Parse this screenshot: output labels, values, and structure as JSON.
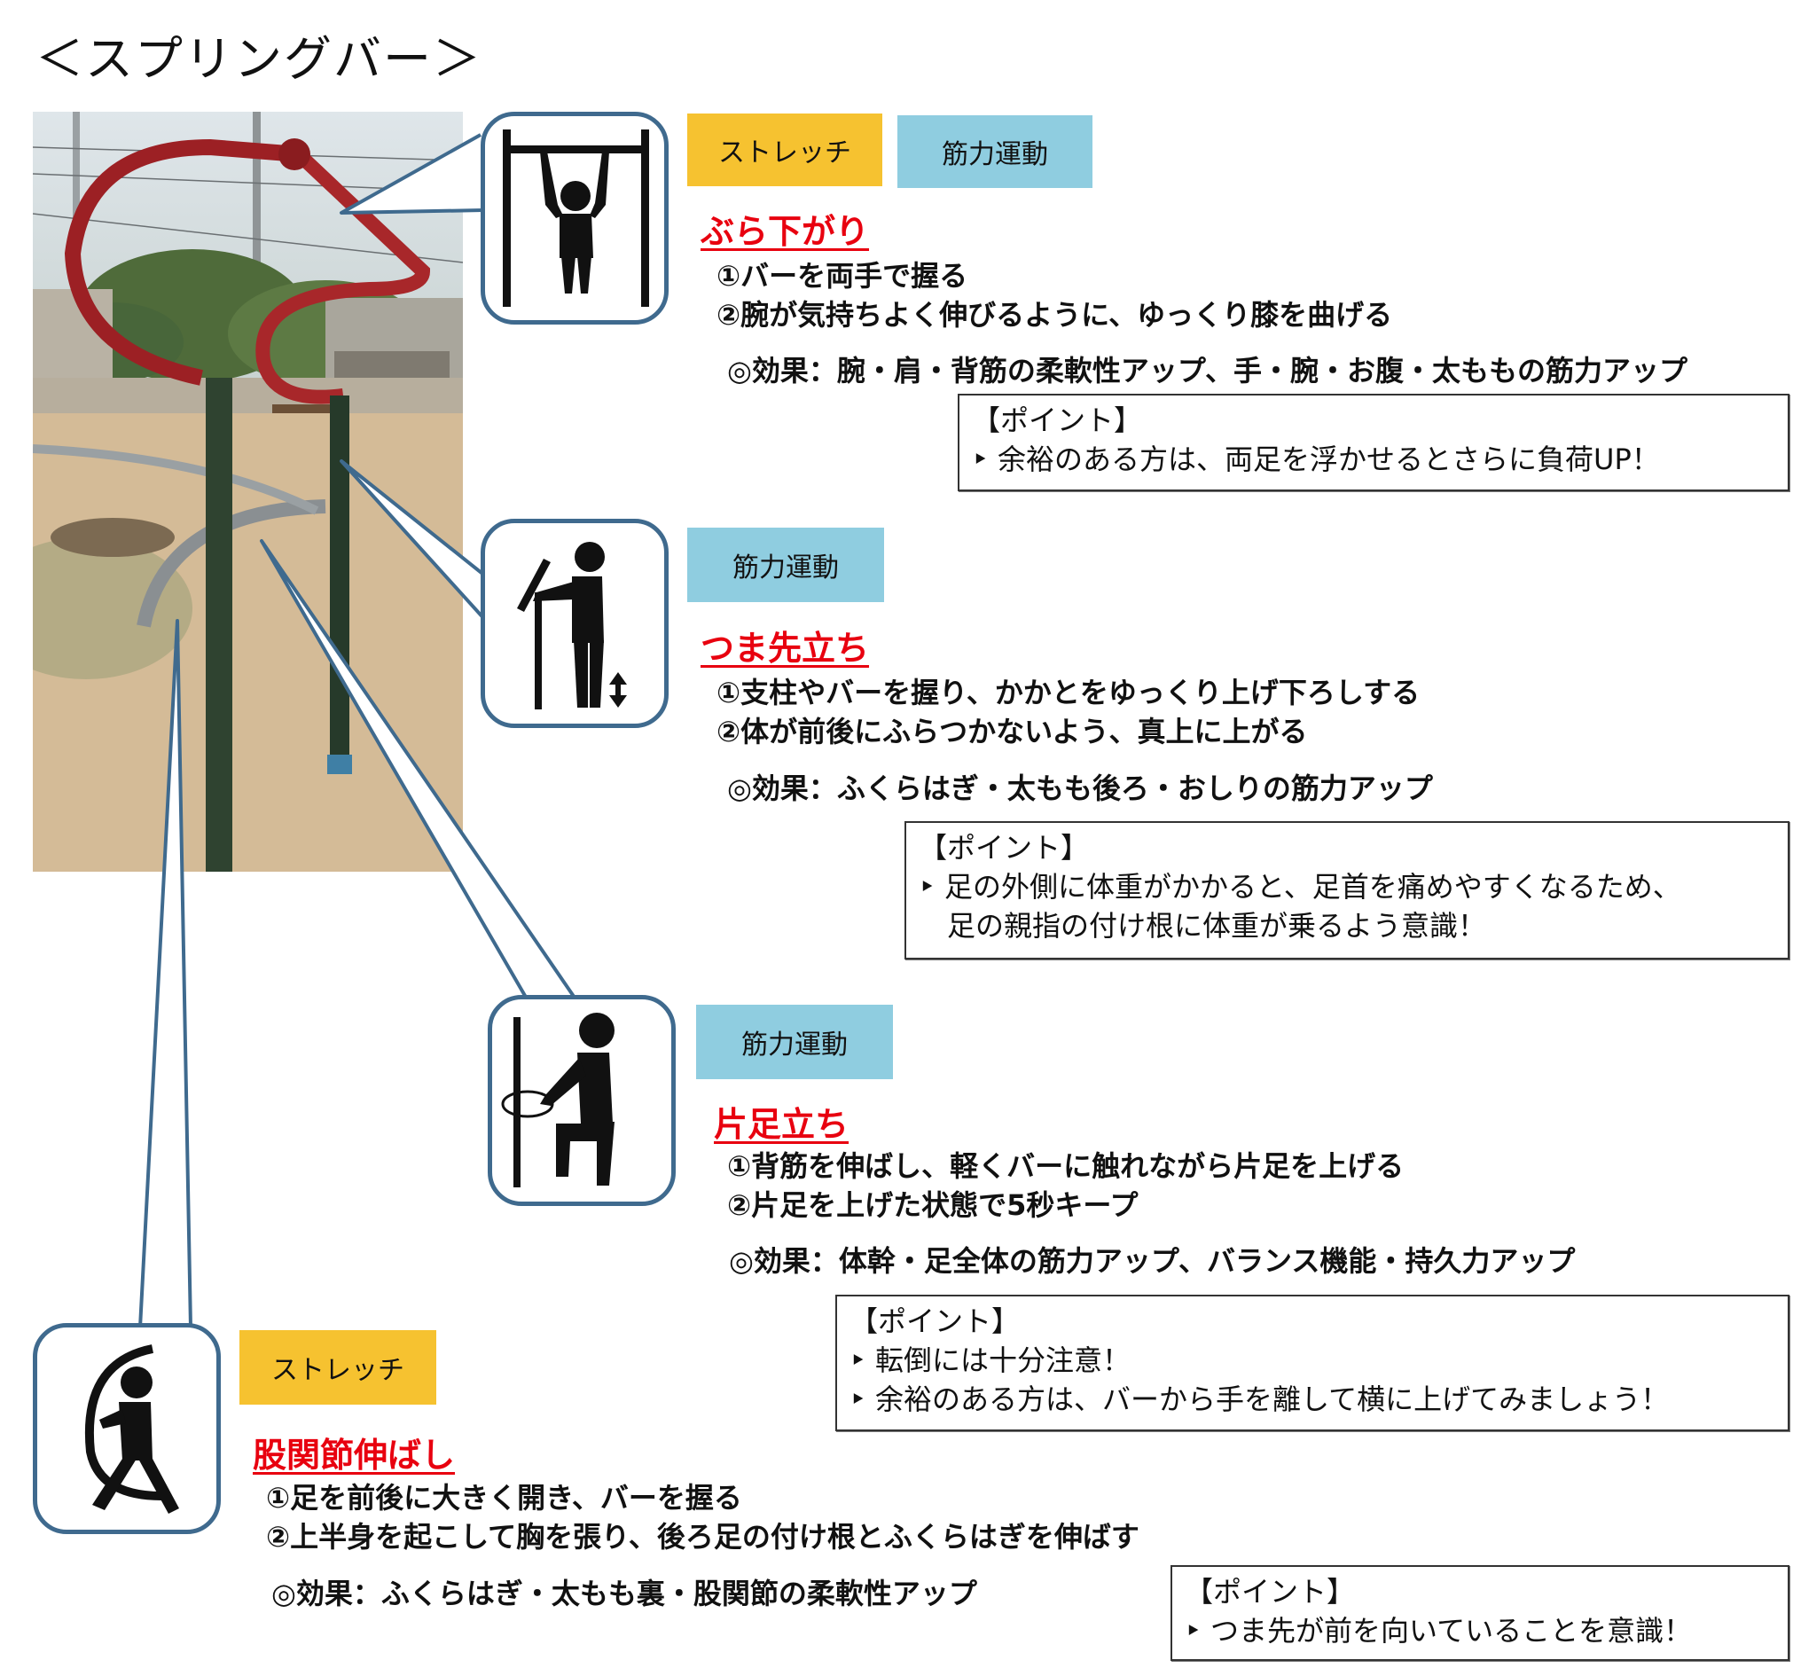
{
  "page": {
    "title": "＜スプリングバー＞"
  },
  "photo": {
    "alt": ""
  },
  "exercises": [
    {
      "tags": [
        "ストレッチ",
        "筋力運動"
      ],
      "title": "ぶら下がり",
      "steps": [
        "①バーを両手で握る",
        "②腕が気持ちよく伸びるように、ゆっくり膝を曲げる"
      ],
      "effect": "◎効果：腕・肩・背筋の柔軟性アップ、手・腕・お腹・太ももの筋力アップ",
      "point": {
        "heading": "【ポイント】",
        "lines": [
          "‣ 余裕のある方は、両足を浮かせるとさらに負荷UP！"
        ]
      }
    },
    {
      "tags": [
        "筋力運動"
      ],
      "title": "つま先立ち",
      "steps": [
        "①支柱やバーを握り、かかとをゆっくり上げ下ろしする",
        "②体が前後にふらつかないよう、真上に上がる"
      ],
      "effect": "◎効果：ふくらはぎ・太もも後ろ・おしりの筋力アップ",
      "point": {
        "heading": "【ポイント】",
        "lines": [
          "‣ 足の外側に体重がかかると、足首を痛めやすくなるため、",
          "　足の親指の付け根に体重が乗るよう意識！"
        ]
      }
    },
    {
      "tags": [
        "筋力運動"
      ],
      "title": "片足立ち",
      "steps": [
        "①背筋を伸ばし、軽くバーに触れながら片足を上げる",
        "②片足を上げた状態で5秒キープ"
      ],
      "effect": "◎効果：体幹・足全体の筋力アップ、バランス機能・持久力アップ",
      "point": {
        "heading": "【ポイント】",
        "lines": [
          "‣ 転倒には十分注意！",
          "‣ 余裕のある方は、バーから手を離して横に上げてみましょう！"
        ]
      }
    },
    {
      "tags": [
        "ストレッチ"
      ],
      "title": "股関節伸ばし",
      "steps": [
        "①足を前後に大きく開き、バーを握る",
        "②上半身を起こして胸を張り、後ろ足の付け根とふくらはぎを伸ばす"
      ],
      "effect": "◎効果：ふくらはぎ・太もも裏・股関節の柔軟性アップ",
      "point": {
        "heading": "【ポイント】",
        "lines": [
          "‣ つま先が前を向いていることを意識！"
        ]
      }
    }
  ],
  "icons": [
    "hanging-figure-icon",
    "tiptoe-figure-icon",
    "one-leg-stand-icon",
    "hip-stretch-icon"
  ],
  "colors": {
    "stretch_tag": "#f6c230",
    "strength_tag": "#8fcde0",
    "title_red": "#e8000f",
    "callout_border": "#3f6a8e"
  }
}
